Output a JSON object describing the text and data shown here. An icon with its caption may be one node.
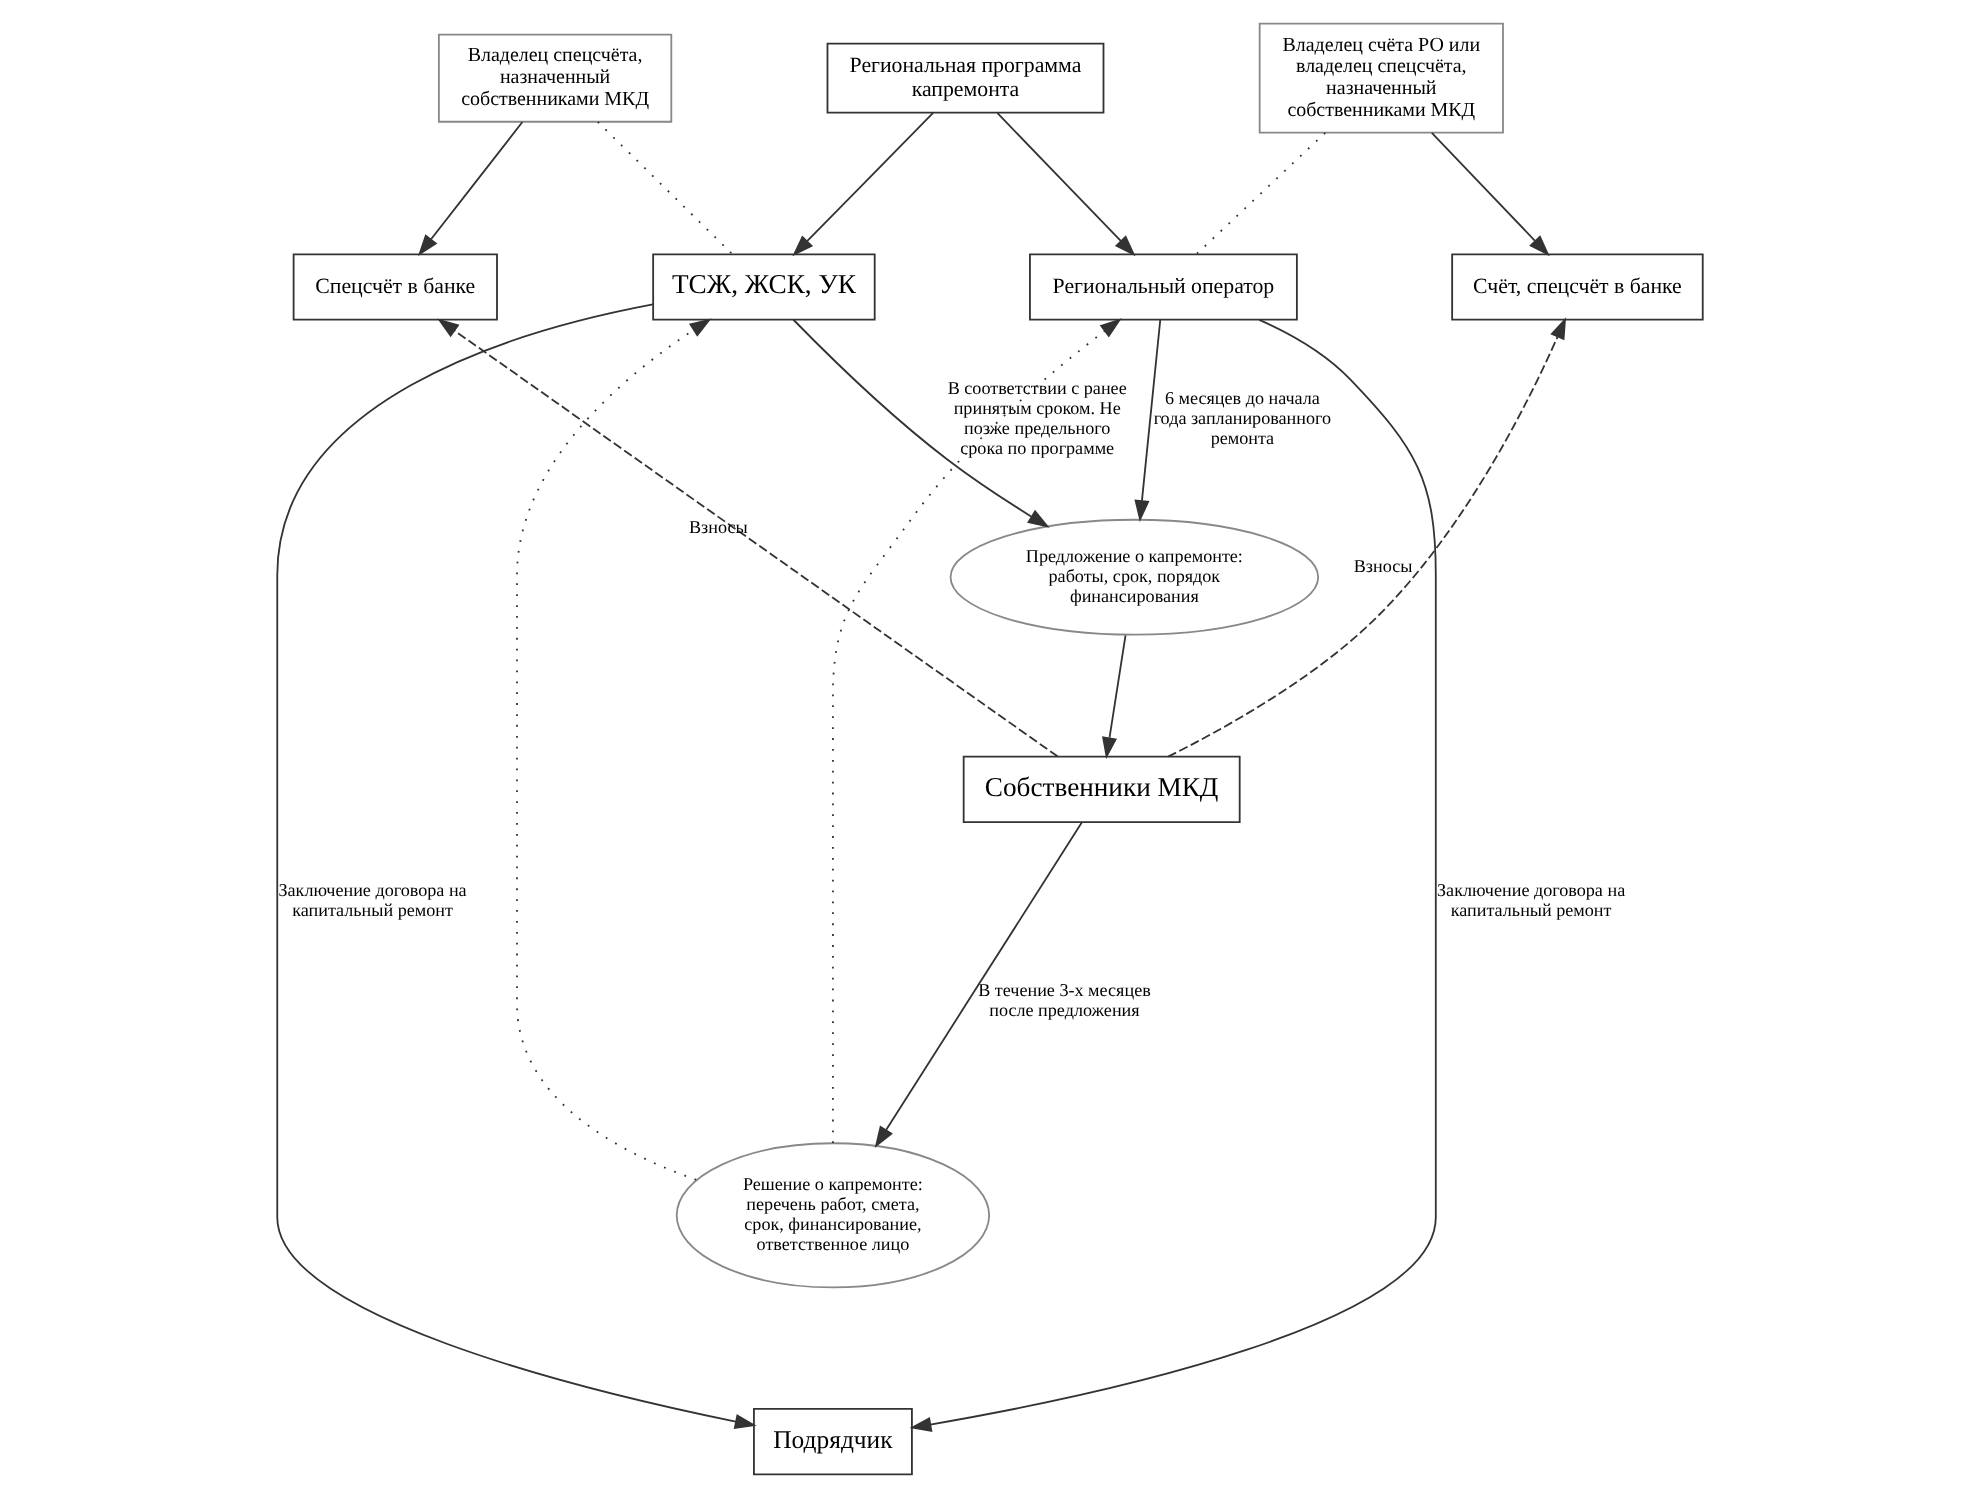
{
  "diagram": {
    "nodes": [
      {
        "text": [
          "Региональная программа капремонта"
        ]
      },
      {
        "text": [
          "Владелец спецсчёта, назначенный собственниками МКД"
        ]
      },
      {
        "text": [
          "ТСЖ, ЖСК, УК"
        ]
      },
      {
        "text": [
          "Региональный оператор"
        ]
      },
      {
        "text": [
          "Владелец счёта РО или владелец спецсчёта, назначенный собственниками МКД"
        ]
      },
      {
        "text": [
          "Спецсчёт в банке"
        ]
      },
      {
        "text": [
          "Счёт, спецсчёт в банке"
        ]
      },
      {
        "text": [
          "Предложение о капремонте: работы, срок, порядок финансирования"
        ]
      },
      {
        "text": [
          "Собственники МКД"
        ]
      },
      {
        "text": [
          "Решение о капремонте: перечень работ, смета, срок, финансирование, ответственное лицо"
        ]
      },
      {
        "text": [
          "Подрядчик"
        ]
      }
    ],
    "edges": [
      {
        "from": 0,
        "to": 2,
        "arrow": "to"
      },
      {
        "from": 0,
        "to": 3,
        "arrow": "to"
      },
      {
        "from": 1,
        "to": 2,
        "arrow": "none",
        "style": "dashed"
      },
      {
        "from": 4,
        "to": 3,
        "arrow": "none",
        "style": "dashed"
      },
      {
        "from": 1,
        "to": 5,
        "arrow": "to"
      },
      {
        "from": 4,
        "to": 6,
        "arrow": "to"
      },
      {
        "from": 2,
        "to": 7,
        "arrow": "to",
        "label": "В соответствии с ранее принятым сроком. Не позже предельного срока по программе"
      },
      {
        "from": 3,
        "to": 7,
        "arrow": "to",
        "label": "6 месяцев до начала года запланированного ремонта"
      },
      {
        "from": 7,
        "to": 8,
        "arrow": "to"
      },
      {
        "from": 8,
        "to": 5,
        "arrow": "to",
        "style": "dashed",
        "label": "Взносы"
      },
      {
        "from": 8,
        "to": 6,
        "arrow": "to",
        "style": "dashed",
        "label": "Взносы"
      },
      {
        "from": 8,
        "to": 9,
        "arrow": "to",
        "label": "В течение 3-х месяцев после предложения"
      },
      {
        "from": 9,
        "to": 2,
        "arrow": "to",
        "style": "dashed"
      },
      {
        "from": 9,
        "to": 3,
        "arrow": "to",
        "style": "dashed"
      },
      {
        "from": 2,
        "to": 10,
        "arrow": "to",
        "label": "Заключение договора на капитальный ремонт"
      },
      {
        "from": 3,
        "to": 10,
        "arrow": "to",
        "label": "Заключение договора на капитальный ремонт"
      }
    ]
  }
}
